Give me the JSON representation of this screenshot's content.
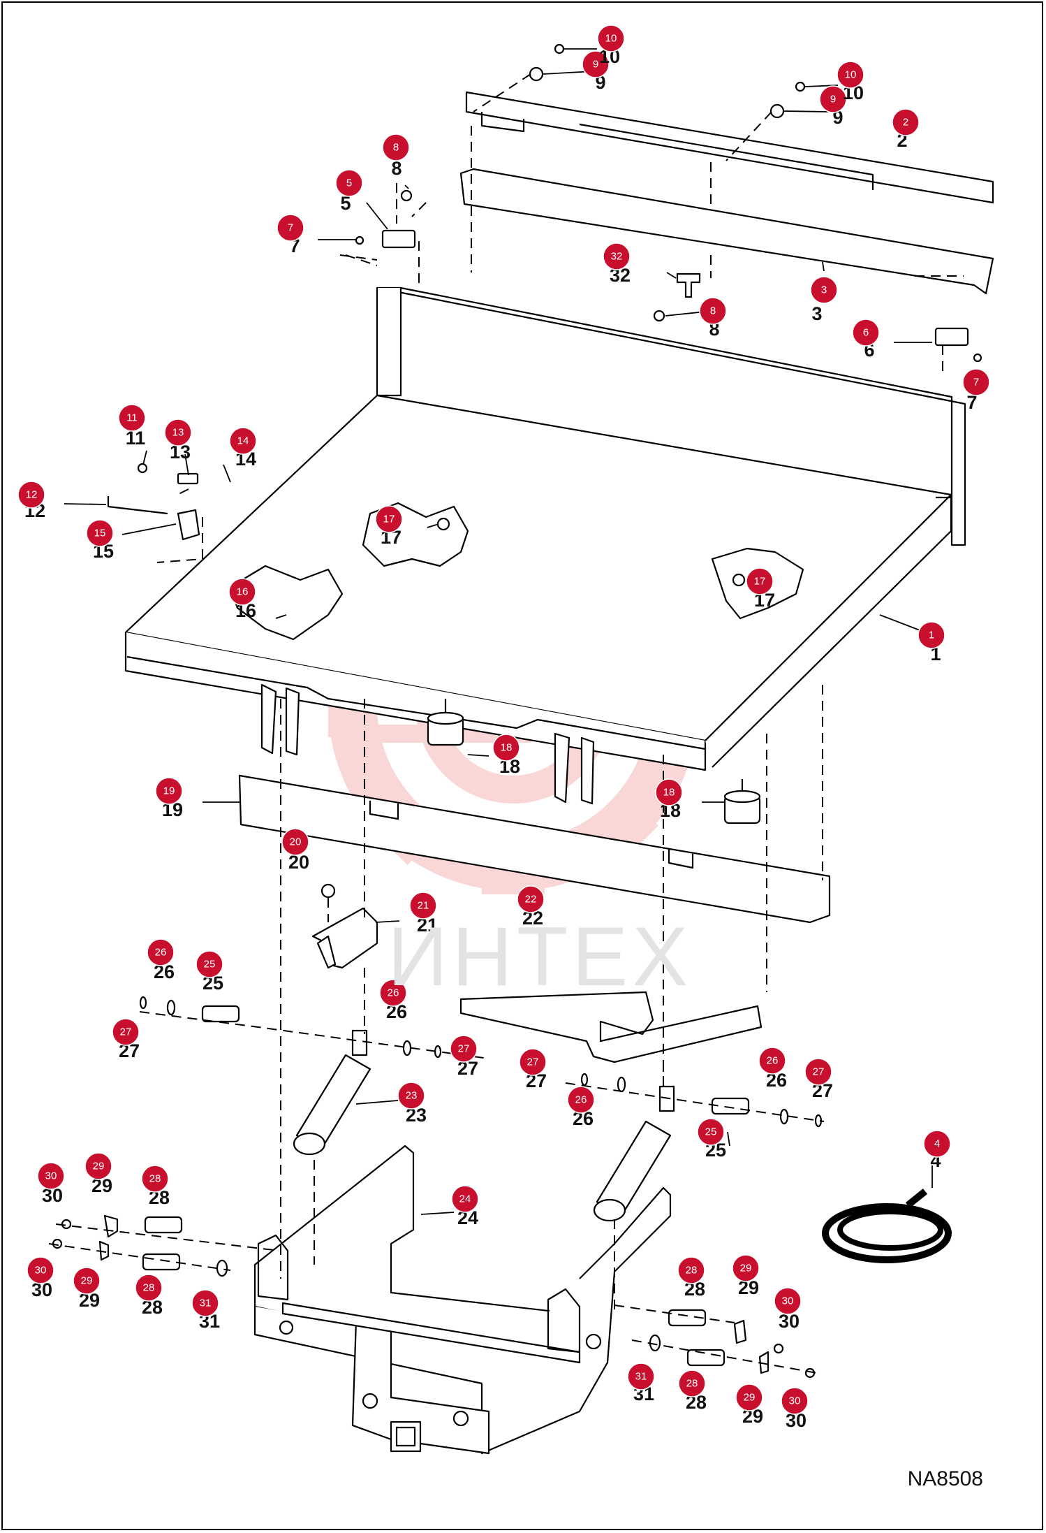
{
  "diagram": {
    "code": "NA8508",
    "watermark": "ИНТЕХ",
    "colors": {
      "badge": "#c8102e",
      "watermark": "#f5b8b8",
      "line": "#000000"
    }
  },
  "callouts": [
    {
      "num": "1"
    },
    {
      "num": "2"
    },
    {
      "num": "3"
    },
    {
      "num": "4"
    },
    {
      "num": "5"
    },
    {
      "num": "6"
    },
    {
      "num": "7"
    },
    {
      "num": "7"
    },
    {
      "num": "8"
    },
    {
      "num": "8"
    },
    {
      "num": "9"
    },
    {
      "num": "9"
    },
    {
      "num": "10"
    },
    {
      "num": "10"
    },
    {
      "num": "11"
    },
    {
      "num": "12"
    },
    {
      "num": "13"
    },
    {
      "num": "14"
    },
    {
      "num": "15"
    },
    {
      "num": "16"
    },
    {
      "num": "17"
    },
    {
      "num": "17"
    },
    {
      "num": "18"
    },
    {
      "num": "18"
    },
    {
      "num": "19"
    },
    {
      "num": "20"
    },
    {
      "num": "21"
    },
    {
      "num": "22"
    },
    {
      "num": "23"
    },
    {
      "num": "24"
    },
    {
      "num": "25"
    },
    {
      "num": "25"
    },
    {
      "num": "26"
    },
    {
      "num": "26"
    },
    {
      "num": "26"
    },
    {
      "num": "26"
    },
    {
      "num": "27"
    },
    {
      "num": "27"
    },
    {
      "num": "27"
    },
    {
      "num": "27"
    },
    {
      "num": "28"
    },
    {
      "num": "28"
    },
    {
      "num": "28"
    },
    {
      "num": "28"
    },
    {
      "num": "29"
    },
    {
      "num": "29"
    },
    {
      "num": "29"
    },
    {
      "num": "29"
    },
    {
      "num": "30"
    },
    {
      "num": "30"
    },
    {
      "num": "30"
    },
    {
      "num": "30"
    },
    {
      "num": "31"
    },
    {
      "num": "31"
    },
    {
      "num": "32"
    }
  ]
}
